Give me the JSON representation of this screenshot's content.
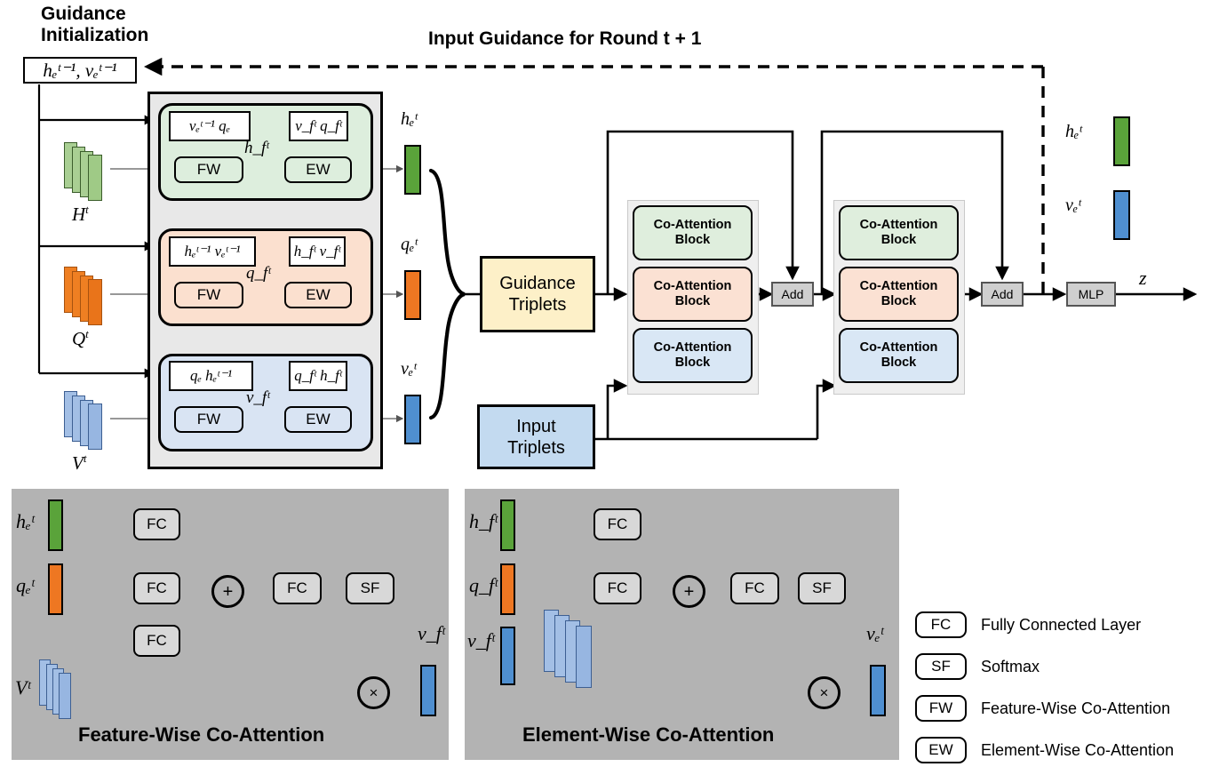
{
  "headers": {
    "left_title_line1": "Guidance",
    "left_title_line2": "Initialization",
    "top_title": "Input Guidance for Round t + 1"
  },
  "init_box": {
    "label": "hₑᵗ⁻¹, vₑᵗ⁻¹"
  },
  "inputs": [
    {
      "name": "H-stack",
      "label": "H",
      "sup": "t",
      "color": "#7cb85c"
    },
    {
      "name": "Q-stack",
      "label": "Q",
      "sup": "t",
      "color": "#ef7f22"
    },
    {
      "name": "V-stack",
      "label": "V",
      "sup": "t",
      "color": "#86a8dd"
    }
  ],
  "guidance_rows": [
    {
      "color_name": "green",
      "in_box": "vₑᵗ⁻¹ qₑ",
      "mid_box": "v_fᵗ q_fᵗ",
      "op1": "FW",
      "op2": "EW",
      "mid_label": "h_fᵗ",
      "out_label": "hₑᵗ",
      "out_color": "#5aa33a"
    },
    {
      "color_name": "orange",
      "in_box": "hₑᵗ⁻¹ vₑᵗ⁻¹",
      "mid_box": "h_fᵗ v_fᵗ",
      "op1": "FW",
      "op2": "EW",
      "mid_label": "q_fᵗ",
      "out_label": "qₑᵗ",
      "out_color": "#ee7722"
    },
    {
      "color_name": "blue",
      "in_box": "qₑ hₑᵗ⁻¹",
      "mid_box": "q_fᵗ h_fᵗ",
      "op1": "FW",
      "op2": "EW",
      "mid_label": "v_fᵗ",
      "out_label": "vₑᵗ",
      "out_color": "#4f8fd0"
    }
  ],
  "guidance_triplets": {
    "line1": "Guidance",
    "line2": "Triplets"
  },
  "input_triplets": {
    "line1": "Input",
    "line2": "Triplets"
  },
  "coattention": {
    "block_line1": "Co-Attention",
    "block_line2": "Block",
    "stack_count": 2,
    "blocks_per_stack": 3
  },
  "add_label": "Add",
  "mlp_label": "MLP",
  "output_label": "z",
  "right_outputs": [
    {
      "label": "hₑᵗ",
      "color": "#5aa33a"
    },
    {
      "label": "vₑᵗ",
      "color": "#4f8fd0"
    }
  ],
  "panels": [
    {
      "id": "feature-wise",
      "title": "Feature-Wise Co-Attention",
      "inputs": [
        {
          "label": "hₑᵗ",
          "color": "#5aa33a",
          "kind": "bar"
        },
        {
          "label": "qₑᵗ",
          "color": "#ee7722",
          "kind": "bar"
        },
        {
          "label": "Vᵗ",
          "color": "#86a8dd",
          "kind": "stack"
        }
      ],
      "ops": [
        "FC",
        "FC",
        "FC",
        "FC",
        "SF"
      ],
      "sum_symbol": "+",
      "mul_symbol": "×",
      "output": {
        "label": "v_fᵗ",
        "color": "#4f8fd0"
      }
    },
    {
      "id": "element-wise",
      "title": "Element-Wise Co-Attention",
      "inputs": [
        {
          "label": "h_fᵗ",
          "color": "#5aa33a",
          "kind": "bar"
        },
        {
          "label": "q_fᵗ",
          "color": "#ee7722",
          "kind": "bar"
        },
        {
          "label": "v_fᵗ",
          "color": "#4f8fd0",
          "kind": "fan"
        }
      ],
      "ops": [
        "FC",
        "FC",
        "FC",
        "SF"
      ],
      "sum_symbol": "+",
      "mul_symbol": "×",
      "output": {
        "label": "vₑᵗ",
        "color": "#4f8fd0"
      }
    }
  ],
  "legend": [
    {
      "abbr": "FC",
      "text": "Fully Connected Layer"
    },
    {
      "abbr": "SF",
      "text": "Softmax"
    },
    {
      "abbr": "FW",
      "text": "Feature-Wise Co-Attention"
    },
    {
      "abbr": "EW",
      "text": "Element-Wise Co-Attention"
    }
  ],
  "colors": {
    "green_fill": "#5aa33a",
    "orange_fill": "#ee7722",
    "blue_fill": "#4f8fd0",
    "green_panel": "#ddeedd",
    "orange_panel": "#fbe0cf",
    "blue_panel": "#d9e4f3",
    "yellow_box": "#fdf0c8",
    "gray_panel": "#b3b3b3",
    "gray_shell": "#e8e8e8"
  }
}
